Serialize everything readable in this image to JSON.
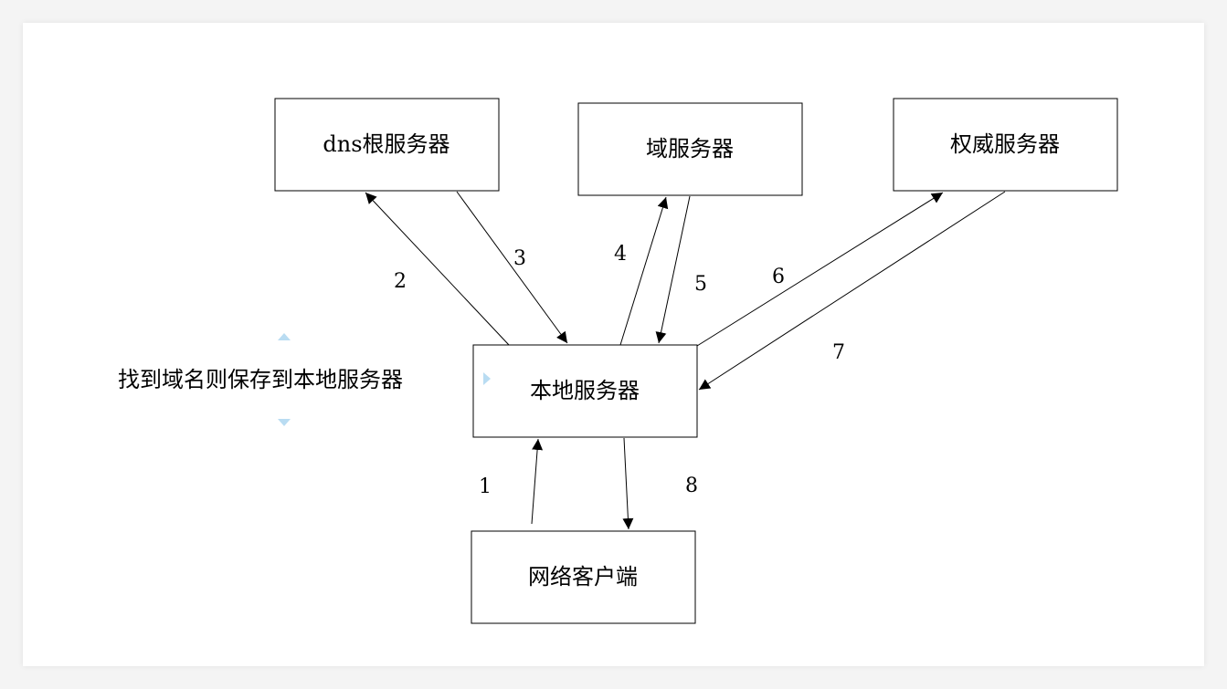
{
  "nodes": {
    "root_dns": {
      "label": "dns根服务器"
    },
    "domain_server": {
      "label": "域服务器"
    },
    "authoritative_server": {
      "label": "权威服务器"
    },
    "local_server": {
      "label": "本地服务器"
    },
    "client": {
      "label": "网络客户端"
    }
  },
  "edges": [
    {
      "id": "1",
      "label": "1",
      "from": "client",
      "to": "local_server"
    },
    {
      "id": "2",
      "label": "2",
      "from": "local_server",
      "to": "root_dns"
    },
    {
      "id": "3",
      "label": "3",
      "from": "root_dns",
      "to": "local_server"
    },
    {
      "id": "4",
      "label": "4",
      "from": "local_server",
      "to": "domain_server"
    },
    {
      "id": "5",
      "label": "5",
      "from": "domain_server",
      "to": "local_server"
    },
    {
      "id": "6",
      "label": "6",
      "from": "local_server",
      "to": "authoritative_server"
    },
    {
      "id": "7",
      "label": "7",
      "from": "authoritative_server",
      "to": "local_server"
    },
    {
      "id": "8",
      "label": "8",
      "from": "local_server",
      "to": "client"
    }
  ],
  "note": {
    "text": "找到域名则保存到本地服务器"
  },
  "colors": {
    "stroke": "#000000",
    "handle": "#b9dcf2"
  }
}
